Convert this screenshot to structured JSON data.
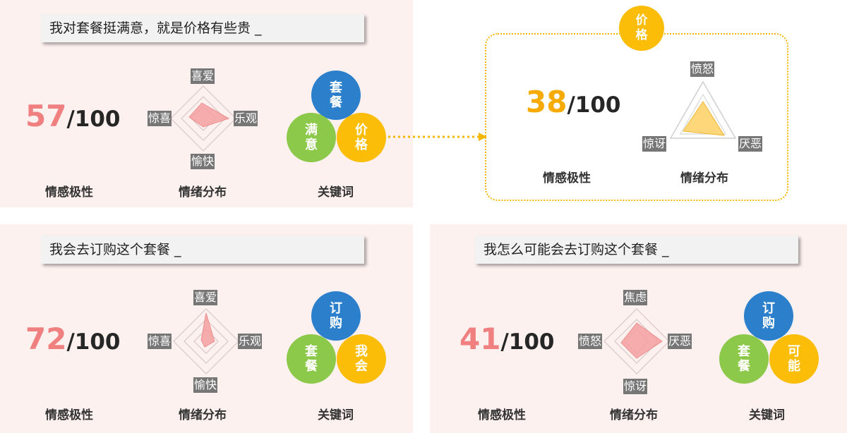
{
  "colors": {
    "blue": "#2b7fcb",
    "green": "#8cc94a",
    "yellow": "#fbbd08",
    "pink": "#f08080",
    "orange": "#f7ab00",
    "gray_tag": "#767676"
  },
  "common": {
    "polarity_label": "情感极性",
    "emotion_label": "情绪分布",
    "keywords_label": "关键词",
    "denominator": "/100"
  },
  "panel1": {
    "sentence": "我对套餐挺满意，就是价格有些贵 _",
    "score": "57",
    "radar": {
      "top": "喜爱",
      "right": "乐观",
      "bottom": "愉快",
      "left": "惊喜"
    },
    "keywords": {
      "top": "套餐",
      "left": "满意",
      "right": "价格"
    }
  },
  "panel2": {
    "tag": "价格",
    "score": "38",
    "triangle": {
      "top": "愤怒",
      "right": "厌恶",
      "left": "惊讶"
    }
  },
  "panel3": {
    "sentence": "我会去订购这个套餐 _",
    "score": "72",
    "radar": {
      "top": "喜爱",
      "right": "乐观",
      "bottom": "愉快",
      "left": "惊喜"
    },
    "keywords": {
      "top": "订购",
      "left": "套餐",
      "right": "我会"
    }
  },
  "panel4": {
    "sentence": "我怎么可能会去订购这个套餐 _",
    "score": "41",
    "radar": {
      "top": "焦虑",
      "right": "厌恶",
      "bottom": "惊讶",
      "left": "愤怒"
    },
    "keywords": {
      "top": "订购",
      "left": "套餐",
      "right": "可能"
    }
  }
}
